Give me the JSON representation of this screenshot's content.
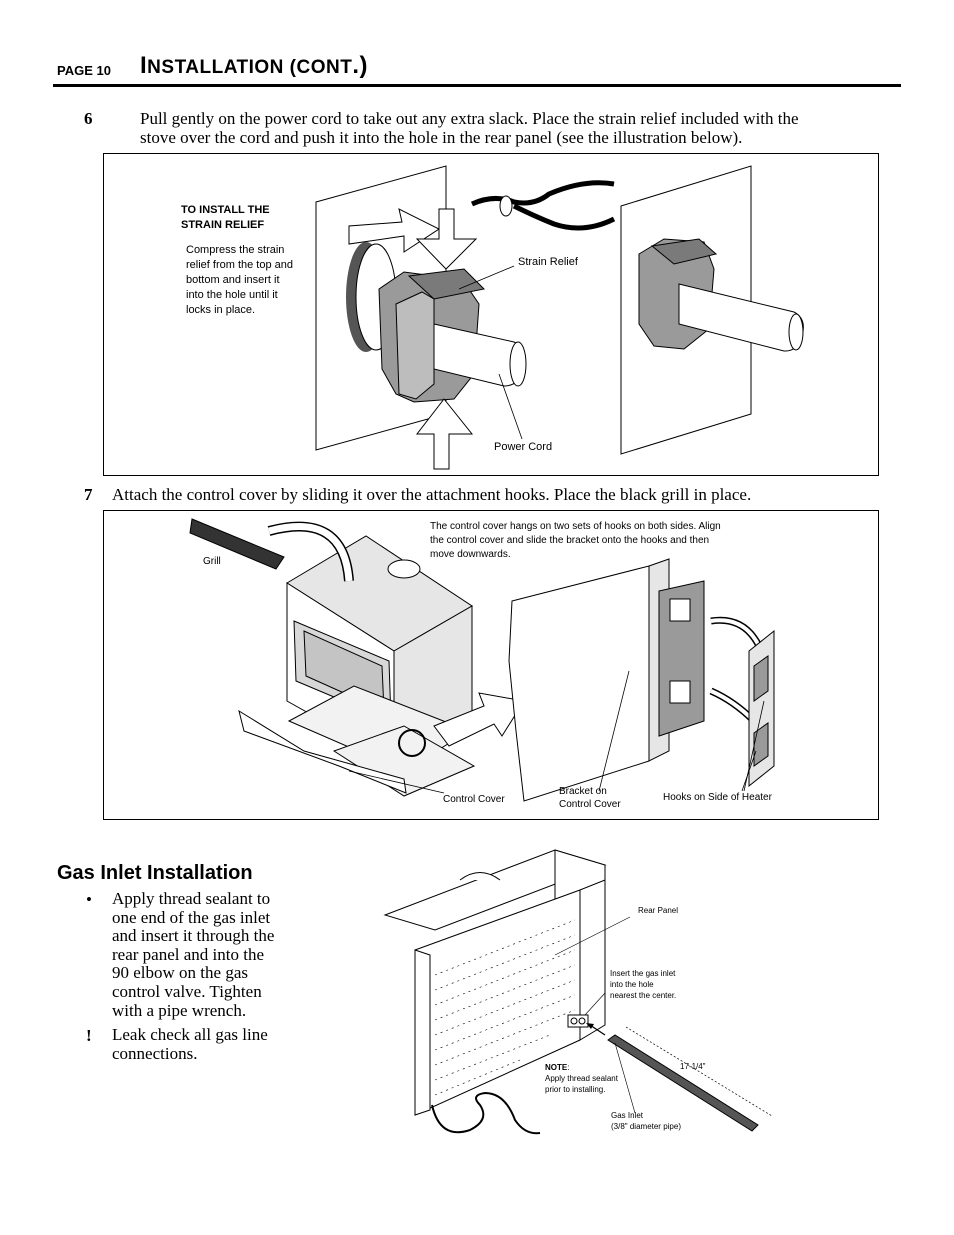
{
  "header": {
    "page_label": "PAGE 10",
    "title_first": "I",
    "title_rest": "NSTALLATION (",
    "title_cont": "CONT",
    "title_end": ".)"
  },
  "step6": {
    "number": "6",
    "line1": "Pull gently on the power cord to take out any extra slack.  Place the strain relief included with the",
    "line2": "stove over the cord and push it into the hole in the rear panel (see the illustration below)."
  },
  "figure1": {
    "heading_line1": "TO INSTALL THE",
    "heading_line2": "STRAIN RELIEF",
    "desc_lines": [
      "Compress the strain",
      "relief from the top and",
      "bottom and insert it",
      "into the hole until it",
      "locks in place."
    ],
    "label_strain_relief": "Strain Relief",
    "label_power_cord": "Power Cord"
  },
  "step7": {
    "number": "7",
    "text": "Attach the control cover by sliding it over the attachment hooks.  Place the black grill in place."
  },
  "figure2": {
    "note_lines": [
      "The control cover hangs on two sets of hooks on both sides.  Align",
      "the control cover and slide the bracket onto the hooks and then",
      "move downwards."
    ],
    "label_grill": "Grill",
    "label_control_cover": "Control Cover",
    "label_bracket_line1": "Bracket on",
    "label_bracket_line2": "Control Cover",
    "label_hooks": "Hooks on Side of Heater"
  },
  "gas_inlet": {
    "title": "Gas Inlet Installation",
    "bullet1_symbol": "•",
    "bullet1_lines": [
      "Apply thread sealant to",
      "one end of the gas inlet",
      "and insert it through the",
      "rear panel and into the",
      "90   elbow on the gas",
      "control valve.  Tighten",
      "with a pipe wrench."
    ],
    "bullet2_symbol": "!",
    "bullet2_lines": [
      "Leak check all gas line",
      "connections."
    ]
  },
  "figure3": {
    "label_rear_panel": "Rear Panel",
    "insert_lines": [
      "Insert the gas inlet",
      "into the hole",
      "nearest the center."
    ],
    "note_label": "NOTE",
    "note_colon": ":",
    "note_lines": [
      "Apply thread sealant",
      "prior to installing."
    ],
    "dimension": "17-1/4\"",
    "gas_inlet_line1": "Gas Inlet",
    "gas_inlet_line2": "(3/8\" diameter pipe)"
  }
}
